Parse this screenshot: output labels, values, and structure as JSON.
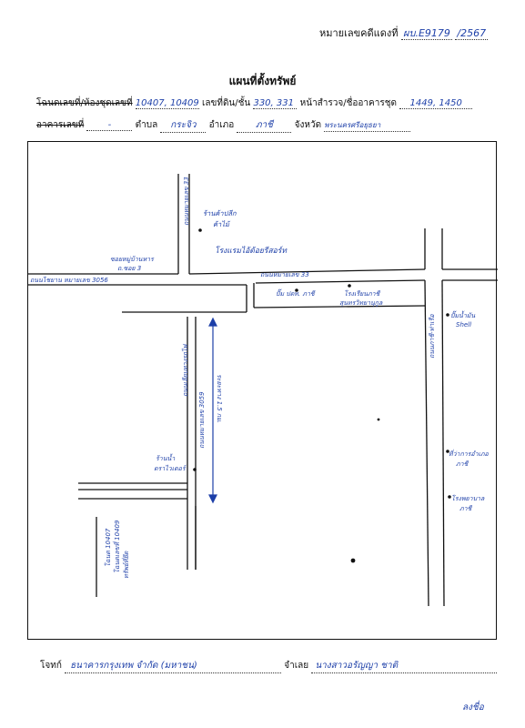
{
  "header": {
    "case_label": "หมายเลขคดีแดงที่",
    "case_number": "ผบ.E9179",
    "case_year": "/2567"
  },
  "title": "แผนที่ตั้งทรัพย์",
  "line1": {
    "deed_label": "โฉนดเลขที่/ห้องชุดเลขที่",
    "deed_value": "10407, 10409",
    "land_label": "เลขที่ดิน/ชั้น",
    "land_value": "330, 331",
    "survey_label": "หน้าสำรวจ/ชื่ออาคารชุด",
    "survey_value": "1449, 1450"
  },
  "line2": {
    "building_label": "อาคารเลขที่",
    "building_value": "-",
    "subdistrict_label": "ตำบล",
    "subdistrict_value": "กระจิว",
    "district_label": "อำเภอ",
    "district_value": "ภาชี",
    "province_label": "จังหวัด",
    "province_value": "พระนครศรีอยุธยา"
  },
  "map": {
    "labels": {
      "road_33_top": "ถนนหมายเลข 33",
      "shop_left": "ร้านค้าปลีก",
      "shop_left_sub": "ค้าไม้",
      "factory": "โรงแรมไอ้ต้อยรีสอร์ท",
      "village_alley": "ซอยหมู่บ้านหาร",
      "village_alley_sub": "ถ.ซอย 3",
      "road_3056": "ถนนไชยาน หมายเลข 3056",
      "road_33": "ถนนหมายเลข 33",
      "police": "ปั๊ม ปตท. ภาชี",
      "school": "โรงเรียนภาชี",
      "school_sub": "สุนทรวิทยานุกูล",
      "road_phachi": "ถนนภาชี-ท่าเรือ",
      "shell": "ปั๊มน้ำมัน",
      "shell_sub": "Shell",
      "road_3059": "ถนนหมายเลข 3059",
      "road_3059_side": "ถนนเลียบทางรถไฟ",
      "distance": "ระยะทาง 1.5 กม.",
      "shop_below": "ร้านน้ำ",
      "shop_below_sub": "ตราไวเดอร์",
      "district_office": "ที่ว่าการอำเภอ",
      "district_office_sub": "ภาชี",
      "hospital": "โรงพยาบาล",
      "hospital_sub": "ภาชี",
      "deed_vertical": "โฉนดเลขที่ 10409",
      "deed_vertical2": "โฉนด 10407",
      "deed_vertical3": "ทรัพย์ที่ยึด"
    }
  },
  "footer": {
    "plaintiff_label": "โจทก์",
    "plaintiff_value": "ธนาคารกรุงเทพ จำกัด (มหาชน)",
    "defendant_label": "จำเลย",
    "defendant_value": "นางสาวอรัญญา ชาติ",
    "signature": "ลงชื่อ"
  }
}
